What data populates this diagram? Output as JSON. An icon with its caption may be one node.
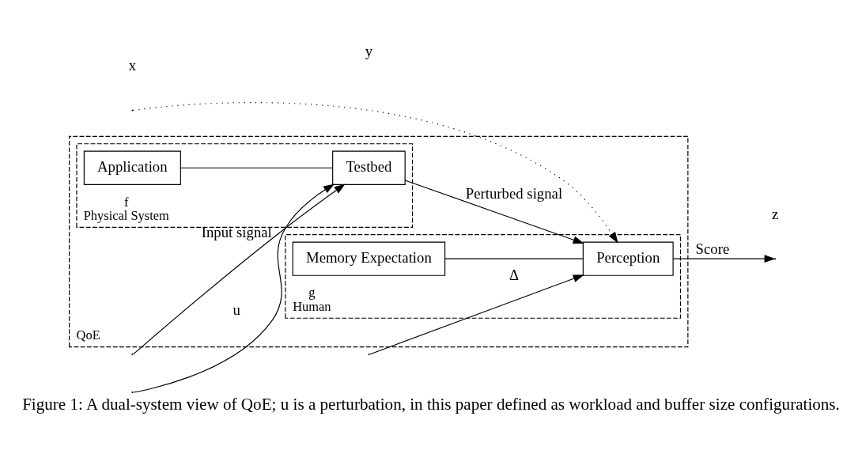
{
  "diagram": {
    "caption": "Figure 1: A dual-system view of QoE; u is a perturbation, in this paper defined as workload and buffer size configurations.",
    "nodes": [
      {
        "text": [
          "QoE"
        ]
      },
      {
        "text": [
          "f",
          "Physical System"
        ],
        "in": 0
      },
      {
        "text": [
          "g",
          "Human"
        ],
        "in": 0
      },
      {
        "text": [
          "Application"
        ],
        "in": 1
      },
      {
        "text": [
          "Testbed"
        ],
        "in": 1
      },
      {
        "text": [
          "Memory Expectation"
        ],
        "in": 2
      },
      {
        "text": [
          "Perception"
        ],
        "in": 2
      }
    ],
    "edges": [
      {
        "from": 3,
        "to": 4,
        "arrow": "none"
      },
      {
        "from": null,
        "to": 4,
        "arrow": "to",
        "label": "u"
      },
      {
        "from": null,
        "to": 4,
        "arrow": "to",
        "label": "Input signal"
      },
      {
        "from": 4,
        "to": 6,
        "arrow": "to",
        "label": "Perturbed signal"
      },
      {
        "from": null,
        "to": 6,
        "arrow": "to",
        "style": "dashed"
      },
      {
        "from": null,
        "to": 6,
        "arrow": "to",
        "label": "Δ"
      },
      {
        "from": 5,
        "to": 6,
        "arrow": "none"
      },
      {
        "from": 6,
        "to": null,
        "arrow": "to",
        "label": "Score"
      }
    ],
    "labels": [
      "x",
      "y",
      "z"
    ]
  }
}
